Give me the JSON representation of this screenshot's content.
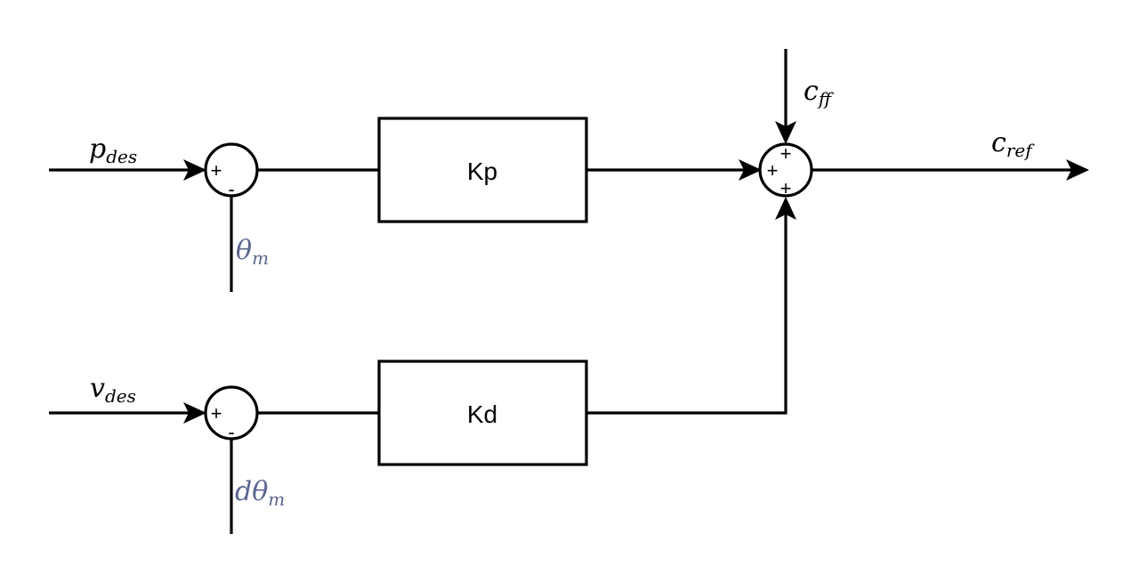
{
  "blocks": {
    "kp": "Kp",
    "kd": "Kd"
  },
  "signals": {
    "p_des": {
      "main": "p",
      "sub": "des"
    },
    "v_des": {
      "main": "v",
      "sub": "des"
    },
    "theta_m": {
      "main": "θ",
      "sub": "m"
    },
    "dtheta_m": {
      "main": "dθ",
      "sub": "m"
    },
    "c_ff": {
      "main": "c",
      "sub": "ff"
    },
    "c_ref": {
      "main": "c",
      "sub": "ref"
    }
  },
  "sums": {
    "sum1": {
      "plus": "+",
      "minus": "-"
    },
    "sum2": {
      "plus": "+",
      "minus": "-"
    },
    "sum3": {
      "top": "+",
      "left": "+",
      "bottom": "+"
    }
  },
  "colors": {
    "line": "#000000",
    "measured_signal": "#5a6690"
  }
}
